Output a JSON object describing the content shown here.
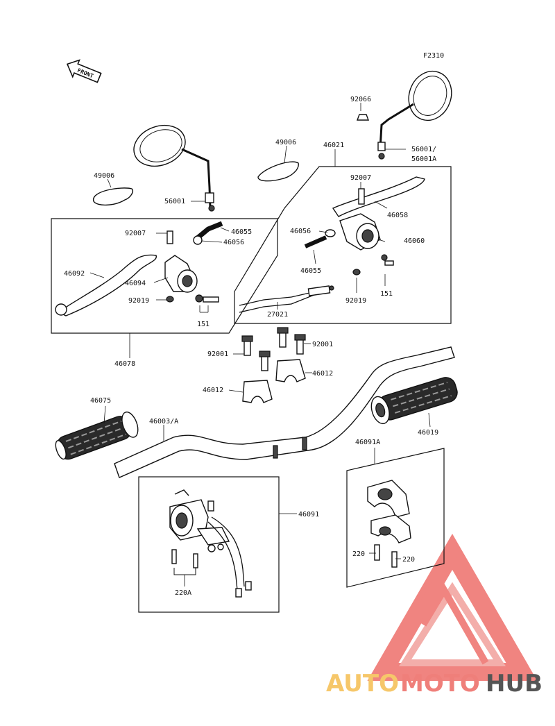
{
  "figure_code": "F2310",
  "front_label": "FRONT",
  "labels": {
    "p92066": "92066",
    "p49006a": "49006",
    "p49006b": "49006",
    "p46021": "46021",
    "p56001a": "56001/",
    "p56001b": "56001A",
    "p56001c": "56001",
    "p92007a": "92007",
    "p92007b": "92007",
    "p46058": "46058",
    "p46055a": "46055",
    "p46056a": "46056",
    "p46056b": "46056",
    "p46060": "46060",
    "p46092": "46092",
    "p46094": "46094",
    "p46055b": "46055",
    "p92019a": "92019",
    "p92019b": "92019",
    "p151a": "151",
    "p151b": "151",
    "p27021": "27021",
    "p46078": "46078",
    "p92001a": "92001",
    "p92001b": "92001",
    "p46012a": "46012",
    "p46012b": "46012",
    "p46075": "46075",
    "p46003": "46003/A",
    "p46019": "46019",
    "p46091A": "46091A",
    "p46091": "46091",
    "p220a": "220",
    "p220b": "220",
    "p220A": "220A"
  },
  "watermark": {
    "part1": "AUTO",
    "part2": "MOTO",
    "part3": "HUB",
    "color1": "#f6c76a",
    "color2": "#ef7f7a",
    "color3": "#555555",
    "logo_color": "#ee6f6a"
  }
}
